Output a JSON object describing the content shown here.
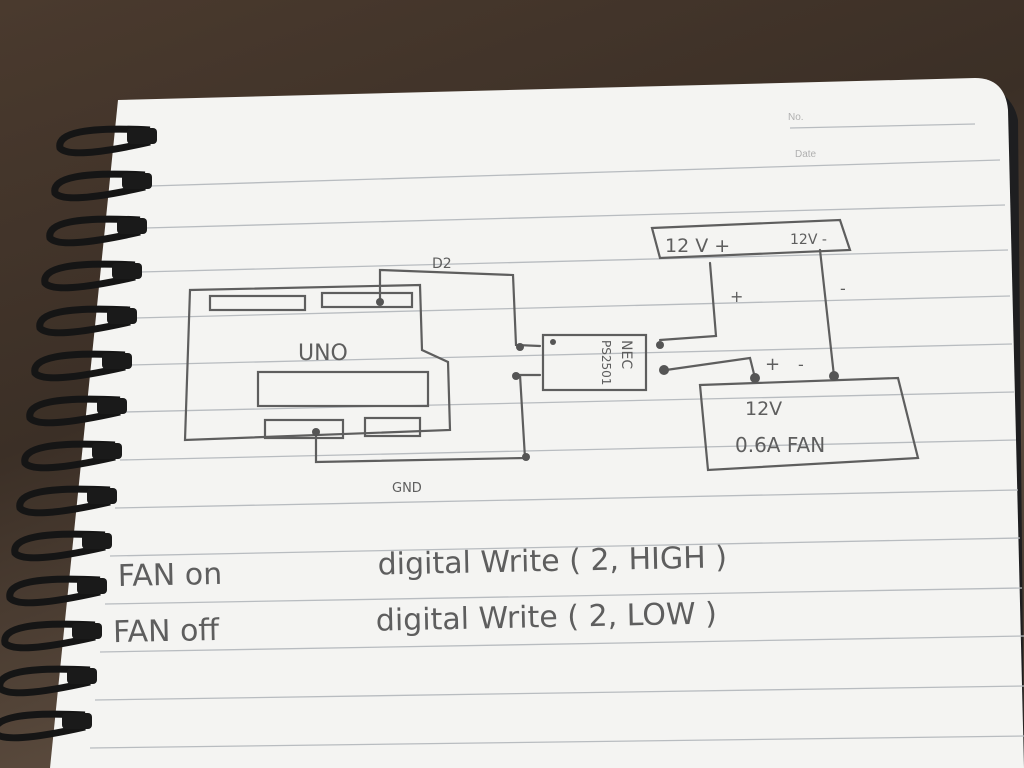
{
  "notebook": {
    "header": {
      "number_label": "No.",
      "date_label": "Date"
    }
  },
  "diagram": {
    "arduino": {
      "label": "UNO",
      "pin_label": "D2",
      "ground_label": "GND"
    },
    "optocoupler": {
      "line1": "NEC",
      "line2": "PS2501"
    },
    "power_supply": {
      "positive_label": "12 V +",
      "negative_label": "12V -"
    },
    "wire_labels": {
      "plus_supply": "+",
      "minus_supply": "-",
      "fan_plus": "+",
      "fan_minus": "-"
    },
    "fan": {
      "voltage": "12V",
      "rating": "0.6A FAN"
    }
  },
  "notes": [
    {
      "state": "FAN on",
      "code": "digital Write ( 2, HIGH )"
    },
    {
      "state": "FAN off",
      "code": "digital Write ( 2, LOW )"
    }
  ],
  "colors": {
    "pencil": "#5e5e5e",
    "paper": "#f4f4f2",
    "rule_line": "#b8bcc0",
    "wood": "#4a3a2e"
  }
}
